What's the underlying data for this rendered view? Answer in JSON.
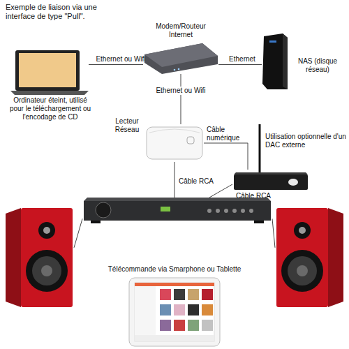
{
  "diagram": {
    "title": "Exemple de liaison via une interface de type \"Pull\".",
    "nodes": [
      {
        "text": [
          "Ordinateur éteint, utilisé pour le téléchargement ou l'encodage de CD"
        ]
      },
      {
        "text": [
          "Modem/Routeur Internet"
        ]
      },
      {
        "text": [
          "NAS (disque réseau)"
        ]
      },
      {
        "text": [
          "Lecteur Réseau"
        ]
      },
      {
        "text": [
          "Utilisation optionnelle d'un DAC externe"
        ]
      },
      {
        "text": []
      },
      {
        "text": []
      },
      {
        "text": []
      },
      {
        "text": [
          "Télécommande via Smarphone ou Tablette"
        ]
      }
    ],
    "edges": [
      {
        "from": 0,
        "to": 1,
        "arrow": "none",
        "label": "Ethernet ou Wifi"
      },
      {
        "from": 1,
        "to": 2,
        "arrow": "none",
        "label": "Ethernet"
      },
      {
        "from": 1,
        "to": 3,
        "arrow": "none",
        "label": "Ethernet ou Wifi"
      },
      {
        "from": 3,
        "to": 4,
        "arrow": "none",
        "label": "Câble numérique"
      },
      {
        "from": 3,
        "to": 5,
        "arrow": "none",
        "label": "Câble RCA"
      },
      {
        "from": 4,
        "to": 5,
        "arrow": "none",
        "label": "Câble RCA"
      },
      {
        "from": 5,
        "to": 6,
        "arrow": "none"
      },
      {
        "from": 5,
        "to": 7,
        "arrow": "none"
      }
    ]
  }
}
